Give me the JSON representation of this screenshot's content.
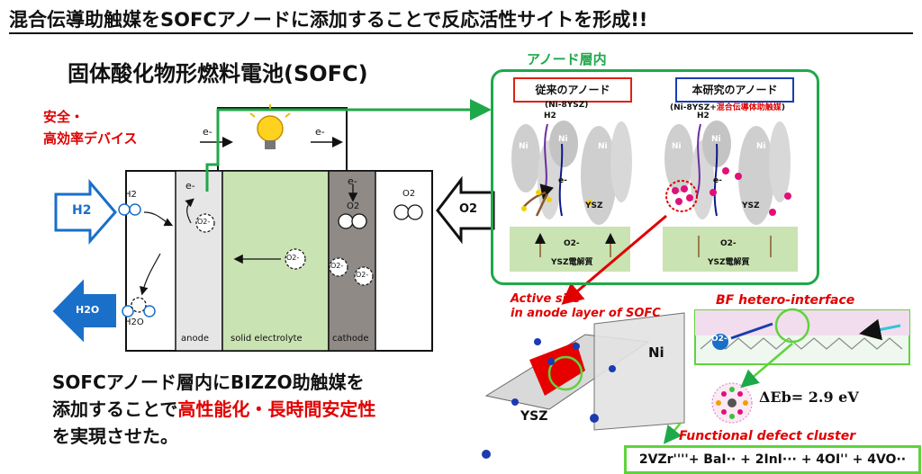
{
  "title": "混合伝導助触媒をSOFCアノードに添加することで反応活性サイトを形成!!",
  "sofc": {
    "title": "固体酸化物形燃料電池(SOFC)",
    "device_note": [
      "安全・",
      "高効率デバイス"
    ],
    "inlet_h2": "H2",
    "outlet_h2o": "H2O",
    "inlet_o2": "O2",
    "layers": [
      "anode",
      "solid electrolyte",
      "cathode"
    ],
    "electron": "e-",
    "h2_label": "H2",
    "o2_label": "O2",
    "h2o_label": "H2O",
    "oxide_ion": "O2-"
  },
  "bottom_text": {
    "line1": "SOFCアノード層内にBIZZO助触媒を",
    "line2_prefix": "添加することで",
    "line2_highlight": "高性能化・長時間安定性",
    "line3": "を実現させた。"
  },
  "anode_panel": {
    "label": "アノード層内",
    "left_title": "従来のアノード",
    "left_sub": "(Ni-8YSZ)",
    "right_title": "本研究のアノード",
    "right_sub_prefix": "(Ni-8YSZ+",
    "right_sub_highlight": "混合伝導体助触媒",
    "right_sub_suffix": ")",
    "ni": "Ni",
    "ysz": "YSZ",
    "h2": "H2",
    "e": "e-",
    "o2": "O2-",
    "electrolyte": "YSZ電解質"
  },
  "atomistic": {
    "active_site_line1": "Active site",
    "active_site_line2": "in anode layer of SOFC",
    "bf_label": "BF hetero-interface",
    "ni": "Ni",
    "ysz": "YSZ",
    "o2": "O2-",
    "delta_e": "ΔEb= 2.9 eV",
    "cluster_label": "Functional defect cluster",
    "equation": "2VZr''''+ BaI·· + 2InI··· + 4OI'' + 4VO··"
  },
  "colors": {
    "green": "#1fa84a",
    "red": "#e00000",
    "blue_arrow": "#1a6fc9",
    "electrolyte": "#c9e3b2",
    "anode": "#e6e6e6",
    "cathode": "#8f8a86"
  }
}
